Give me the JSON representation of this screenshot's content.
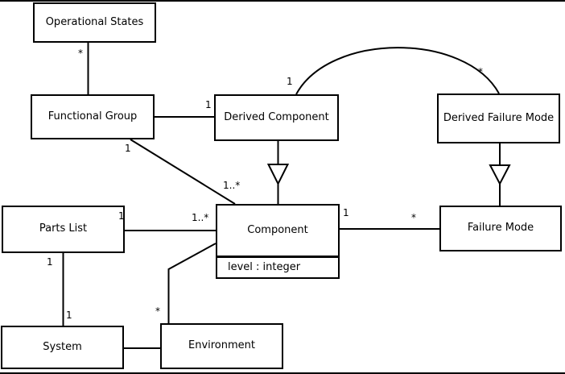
{
  "diagram": {
    "type": "uml-class-diagram",
    "colors": {
      "line": "#000000",
      "background": "#ffffff",
      "box_fill": "#ffffff"
    },
    "classes": [
      {
        "name": "Operational States"
      },
      {
        "name": "Functional Group"
      },
      {
        "name": "Derived Component"
      },
      {
        "name": "Derived Failure Mode"
      },
      {
        "name": "Parts List"
      },
      {
        "name": "Component",
        "attribute": "level : integer"
      },
      {
        "name": "Failure Mode"
      },
      {
        "name": "System"
      },
      {
        "name": "Environment"
      }
    ],
    "relationships": [
      {
        "from": "Operational States",
        "to": "Functional Group",
        "type": "association",
        "from_mult": "*"
      },
      {
        "from": "Functional Group",
        "to": "Derived Component",
        "type": "association",
        "to_mult": "1"
      },
      {
        "from": "Functional Group",
        "to": "Component",
        "type": "association",
        "from_mult": "1",
        "to_mult": "1..*"
      },
      {
        "from": "Parts List",
        "to": "Component",
        "type": "association",
        "from_mult": "1",
        "to_mult": "1..*"
      },
      {
        "from": "Component",
        "to": "Failure Mode",
        "type": "association",
        "from_mult": "1",
        "to_mult": "*"
      },
      {
        "from": "Parts List",
        "to": "System",
        "type": "association",
        "from_mult": "1",
        "to_mult": "1"
      },
      {
        "from": "System",
        "to": "Environment",
        "type": "association"
      },
      {
        "from": "Component",
        "to": "Environment",
        "type": "association",
        "to_mult": "*"
      },
      {
        "from": "Derived Component",
        "to": "Component",
        "type": "generalization"
      },
      {
        "from": "Derived Failure Mode",
        "to": "Failure Mode",
        "type": "generalization"
      },
      {
        "from": "Derived Component",
        "to": "Derived Failure Mode",
        "type": "association",
        "from_mult": "1",
        "to_mult": "*"
      }
    ]
  }
}
